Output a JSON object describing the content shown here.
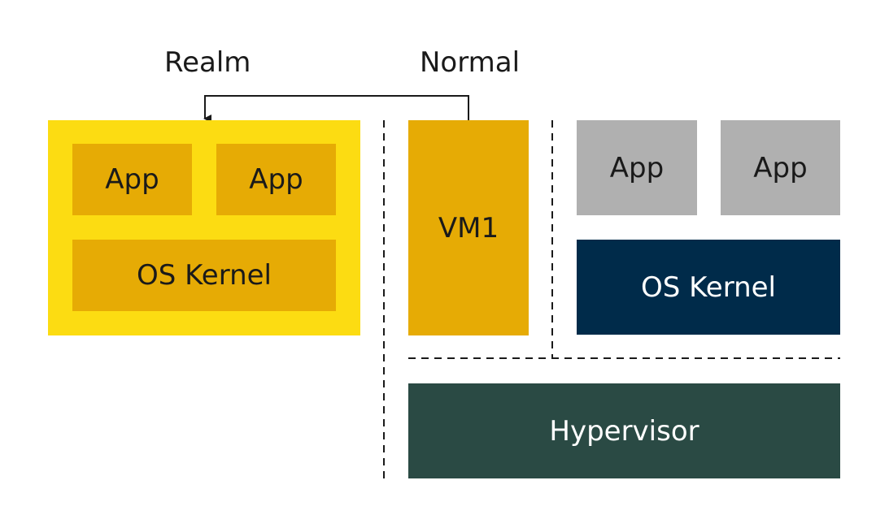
{
  "labels": {
    "realm": "Realm",
    "normal": "Normal"
  },
  "realm": {
    "app_1": "App",
    "app_2": "App",
    "kernel": "OS Kernel"
  },
  "normal": {
    "vm": "VM1",
    "app_1": "App",
    "app_2": "App",
    "kernel": "OS Kernel"
  },
  "hypervisor": "Hypervisor",
  "colors": {
    "realm_bg": "#fcdc12",
    "realm_inner": "#e6ab05",
    "vm": "#e6ab05",
    "app_grey": "#b0b0b0",
    "kernel_navy": "#002b4a",
    "hypervisor_green": "#2a4a44"
  }
}
